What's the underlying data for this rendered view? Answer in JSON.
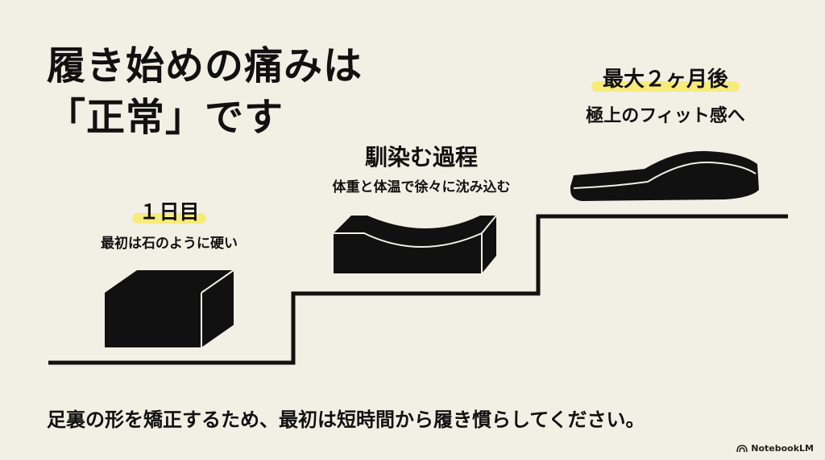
{
  "title": {
    "line1": "履き始めの痛みは",
    "line2": "「正常」です"
  },
  "stages": [
    {
      "heading": "１日目",
      "description": "最初は石のように硬い"
    },
    {
      "heading": "馴染む過程",
      "description": "体重と体温で徐々に沈み込む"
    },
    {
      "heading": "最大２ヶ月後",
      "description": "極上のフィット感へ"
    }
  ],
  "footer": "足裏の形を矯正するため、最初は短時間から履き慣らしてください。",
  "brand": "NotebookLM",
  "colors": {
    "background": "#f2f0e4",
    "ink": "#111111",
    "highlight": "#f7eb7a"
  },
  "icons": [
    "hard-block-icon",
    "curved-block-icon",
    "insole-icon",
    "notebooklm-logo-icon"
  ]
}
